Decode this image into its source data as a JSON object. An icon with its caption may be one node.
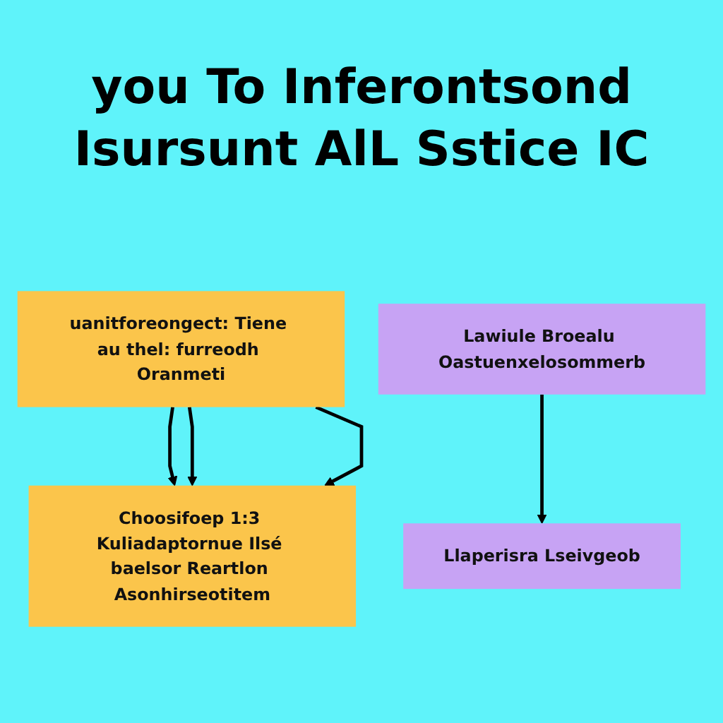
{
  "diagram": {
    "title": "you To Inferontsond Isursunt AlL Sstice IC",
    "nodes": [
      {
        "text": [
          "uanitforeongect: Tiene au thel: furreodh Oranmeti"
        ]
      },
      {
        "text": [
          "Lawiule Broealu Oastuenxelosommerb"
        ]
      },
      {
        "text": [
          "Choosifoep 1:3 Kuliadaptornue Ilsé baelsor Reartlon Asonhirseotitem"
        ]
      },
      {
        "text": [
          "Llaperisra Lseivgeob"
        ]
      }
    ],
    "edges": [
      {
        "from": 0,
        "to": 2,
        "arrow": "to"
      },
      {
        "from": 0,
        "to": 2,
        "arrow": "to"
      },
      {
        "from": 0,
        "to": 2,
        "arrow": "to"
      },
      {
        "from": 1,
        "to": 3,
        "arrow": "to"
      }
    ]
  }
}
